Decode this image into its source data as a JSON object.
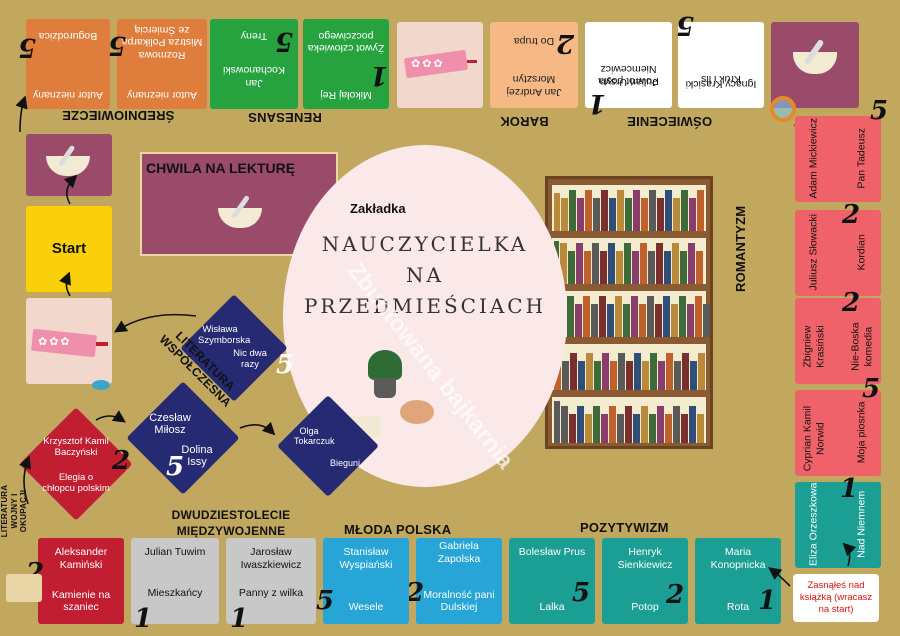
{
  "title": {
    "line1": "NAUCZYCIELKA",
    "line2": "NA",
    "line3": "PRZEDMIEŚCIACH",
    "bookmark_label": "Zakładka",
    "watermark": "Zbuntowana bajkarnia"
  },
  "start_label": "Start",
  "reading_break": {
    "label": "CHWILA NA LEKTURĘ"
  },
  "lost_note": "Zasnąłeś nad książką (wracasz na start)",
  "eras": {
    "sredniowiecze": "ŚREDNIOWIECZE",
    "renesans": "RENESANS",
    "barok": "BAROK",
    "oswiecenie": "OŚWIECENIE",
    "romantyzm": "ROMANTYZM",
    "pozytywizm": "POZYTYWIZM",
    "mloda_polska": "MŁODA POLSKA",
    "dwudziestolecie": "DWUDZIESTOLECIE MIĘDZYWOJENNE",
    "wojna": "LITERATURA WOJNY I OKUPACJI",
    "wspolczesna": "LITERATURA WSPÓŁCZESNA"
  },
  "top_tiles": [
    {
      "author": "Autor nieznany",
      "work": "Bogurodzica",
      "num": "5"
    },
    {
      "author": "Autor nieznany",
      "work": "Rozmowa Mistrza Polikarpa ze Śmiercią",
      "num": "5"
    },
    {
      "author": "Jan Kochanowski",
      "work": "Treny",
      "num": "5"
    },
    {
      "author": "Mikołaj Rej",
      "work": "Żywot człowieka poczciwego",
      "num": "1"
    },
    {
      "author": "Jan Andrzej Morsztyn",
      "work": "Do trupa",
      "num": "2"
    },
    {
      "author": "Julian Ursyn Niemcewicz",
      "work": "Powrót posła",
      "num": "1"
    },
    {
      "author": "Ignacy Krasicki",
      "work": "Kruk i lis",
      "num": "5"
    }
  ],
  "right_tiles": [
    {
      "author": "Adam Mickiewicz",
      "work": "Pan Tadeusz",
      "num": "5"
    },
    {
      "author": "Juliusz Słowacki",
      "work": "Kordian",
      "num": "2"
    },
    {
      "author": "Zbigniew Krasiński",
      "work": "Nie-Boska komedia",
      "num": "2"
    },
    {
      "author": "Cyprian Kamil Norwid",
      "work": "Moja piosnka",
      "num": "5"
    },
    {
      "author": "Eliza Orzeszkowa",
      "work": "Nad Niemnem",
      "num": "1"
    }
  ],
  "bottom_tiles": [
    {
      "author": "Maria Konopnicka",
      "work": "Rota",
      "num": "1"
    },
    {
      "author": "Henryk Sienkiewicz",
      "work": "Potop",
      "num": "2"
    },
    {
      "author": "Bolesław Prus",
      "work": "Lalka",
      "num": "5"
    },
    {
      "author": "Gabriela Zapolska",
      "work": "Moralność pani Dulskiej",
      "num": "2"
    },
    {
      "author": "Stanisław Wyspiański",
      "work": "Wesele",
      "num": "5"
    },
    {
      "author": "Jarosław Iwaszkiewicz",
      "work": "Panny z wilka",
      "num": "1"
    },
    {
      "author": "Julian Tuwim",
      "work": "Mieszkańcy",
      "num": "1"
    },
    {
      "author": "Aleksander Kamiński",
      "work": "Kamienie na szaniec",
      "num": "2"
    }
  ],
  "diamonds": [
    {
      "author": "Krzysztof Kamil Baczyński",
      "work": "Elegia o chłopcu polskim",
      "num": "2"
    },
    {
      "author": "Czesław Miłosz",
      "work": "Dolina Issy",
      "num": "5"
    },
    {
      "author": "Wisława Szymborska",
      "work": "Nic dwa razy",
      "num": "5"
    },
    {
      "author": "Olga Tokarczuk",
      "work": "Bieguni",
      "num": ""
    }
  ]
}
